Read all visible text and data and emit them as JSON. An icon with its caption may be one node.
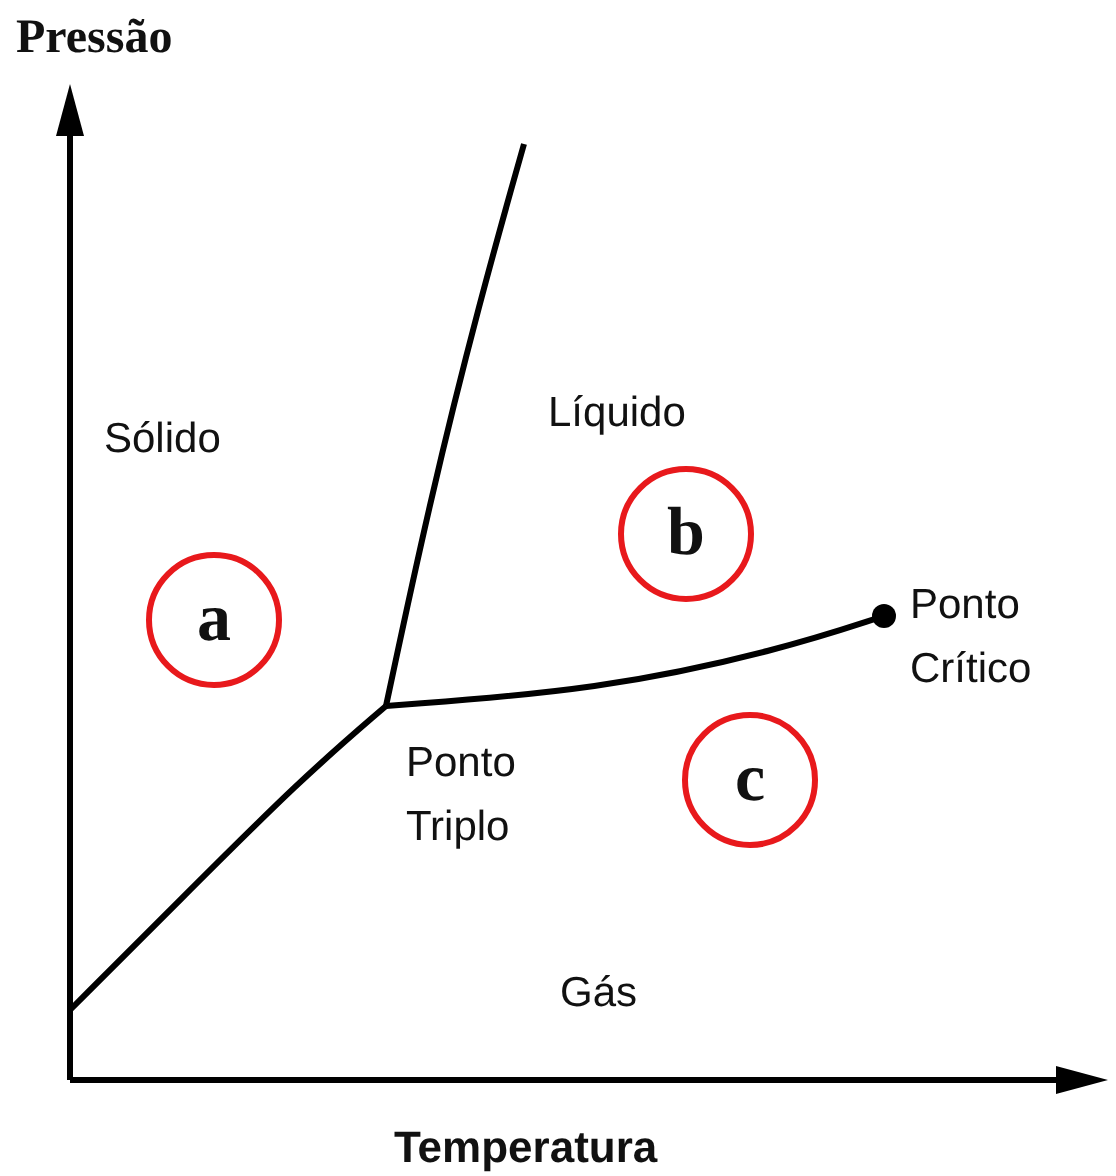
{
  "diagram": {
    "nodes": [
      {
        "text": [
          "a"
        ]
      },
      {
        "text": [
          "b"
        ]
      },
      {
        "text": [
          "c"
        ]
      }
    ],
    "labels": [
      "Pressão",
      "Sólido",
      "Líquido",
      "Ponto Crítico",
      "Ponto Triplo",
      "Gás",
      "Temperatura"
    ]
  }
}
